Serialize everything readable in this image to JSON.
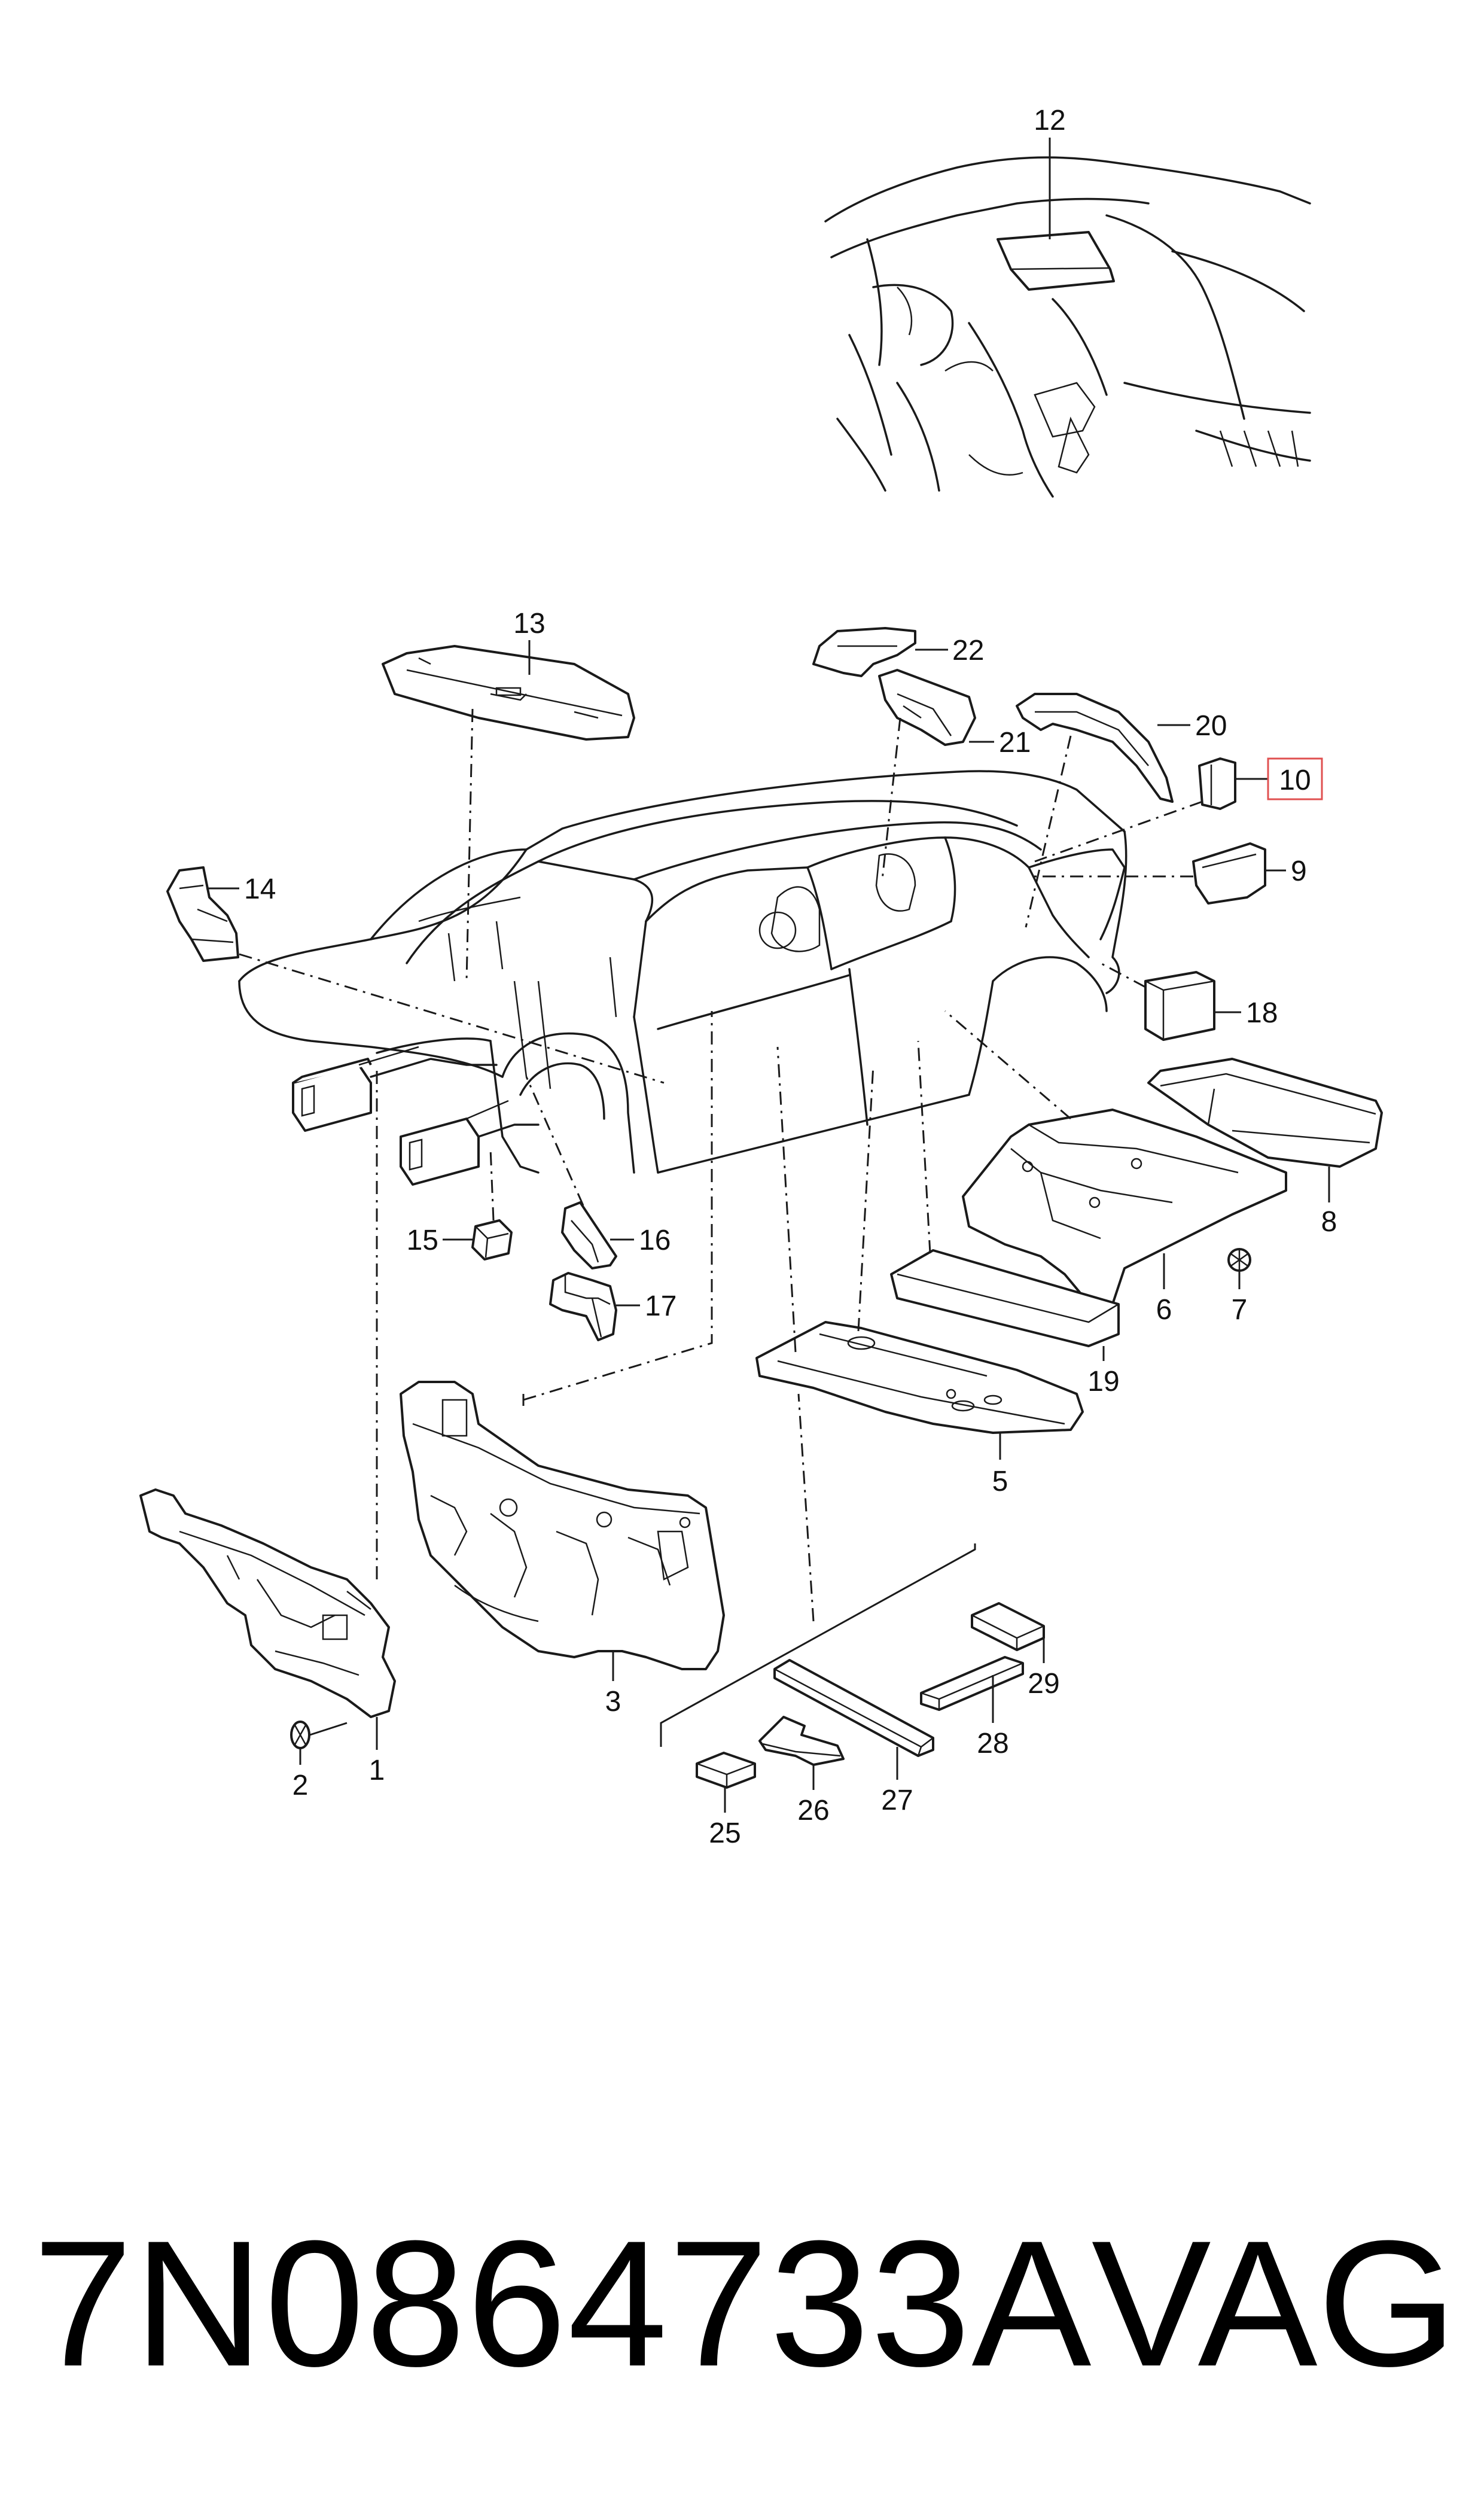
{
  "callouts": {
    "c1": "1",
    "c2": "2",
    "c3": "3",
    "c5": "5",
    "c6": "6",
    "c7": "7",
    "c8": "8",
    "c9": "9",
    "c10": "10",
    "c12": "12",
    "c13": "13",
    "c14": "14",
    "c15": "15",
    "c16": "16",
    "c17": "17",
    "c18": "18",
    "c19": "19",
    "c20": "20",
    "c21": "21",
    "c22": "22",
    "c25": "25",
    "c26": "26",
    "c27": "27",
    "c28": "28",
    "c29": "29"
  },
  "highlighted_callout": "10",
  "highlight_color": "#e05050",
  "footer": {
    "part_number": "7N0864733A",
    "brand": "VAG"
  }
}
